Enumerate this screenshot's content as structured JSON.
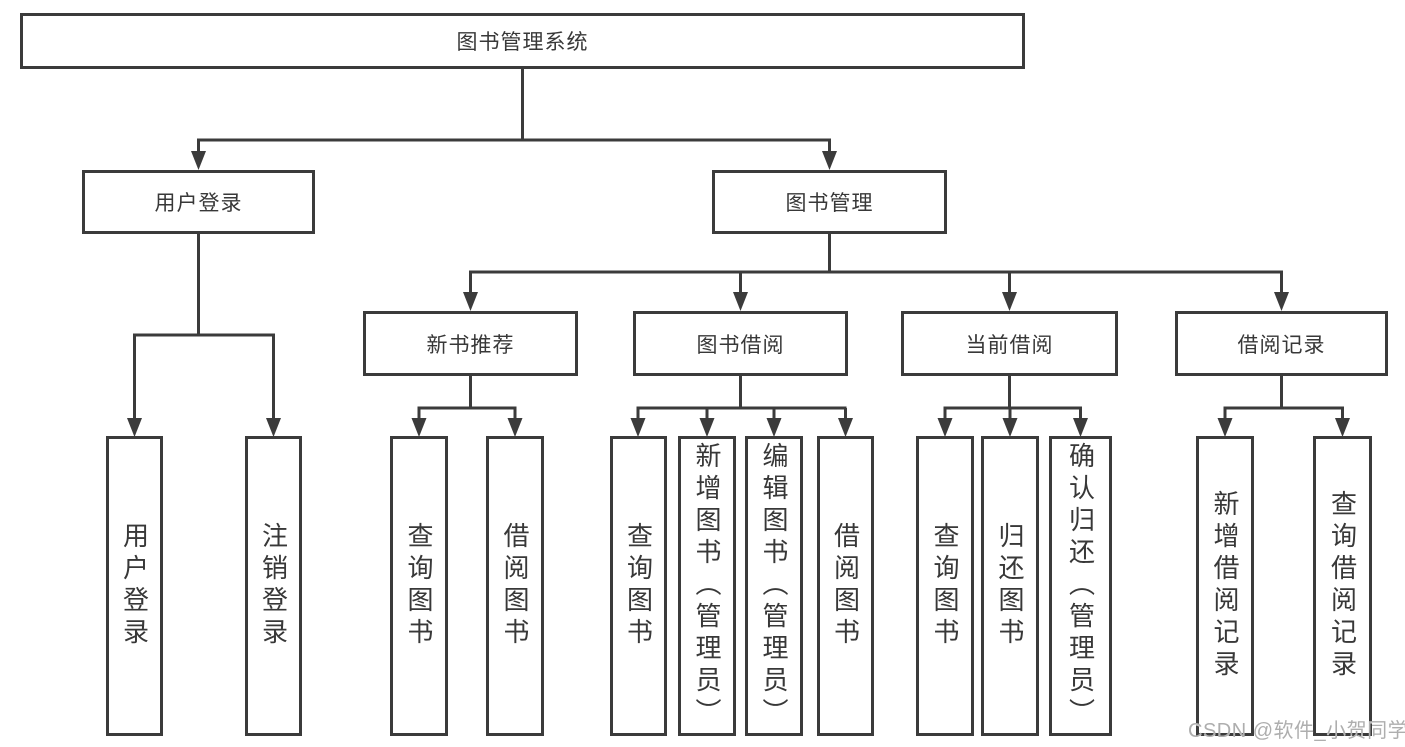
{
  "diagram": {
    "title": "图书管理系统",
    "root": {
      "label": "图书管理系统"
    },
    "level2": [
      {
        "label": "用户登录"
      },
      {
        "label": "图书管理"
      }
    ],
    "level3": [
      {
        "label": "新书推荐"
      },
      {
        "label": "图书借阅"
      },
      {
        "label": "当前借阅"
      },
      {
        "label": "借阅记录"
      }
    ],
    "leaves": {
      "user_login": [
        {
          "label": "用户登录"
        },
        {
          "label": "注销登录"
        }
      ],
      "new_book": [
        {
          "label": "查询图书"
        },
        {
          "label": "借阅图书"
        }
      ],
      "book_borrow": [
        {
          "label": "查询图书"
        },
        {
          "label": "新增图书（管理员）"
        },
        {
          "label": "编辑图书（管理员）"
        },
        {
          "label": "借阅图书"
        }
      ],
      "current_borrow": [
        {
          "label": "查询图书"
        },
        {
          "label": "归还图书"
        },
        {
          "label": "确认归还（管理员）"
        }
      ],
      "borrow_record": [
        {
          "label": "新增借阅记录"
        },
        {
          "label": "查询借阅记录"
        }
      ]
    }
  },
  "watermark": {
    "text": "CSDN @软件_小贺同学"
  },
  "colors": {
    "line": "#3b3b3b",
    "text": "#383838",
    "background": "#ffffff",
    "watermark": "#aeaeae"
  }
}
